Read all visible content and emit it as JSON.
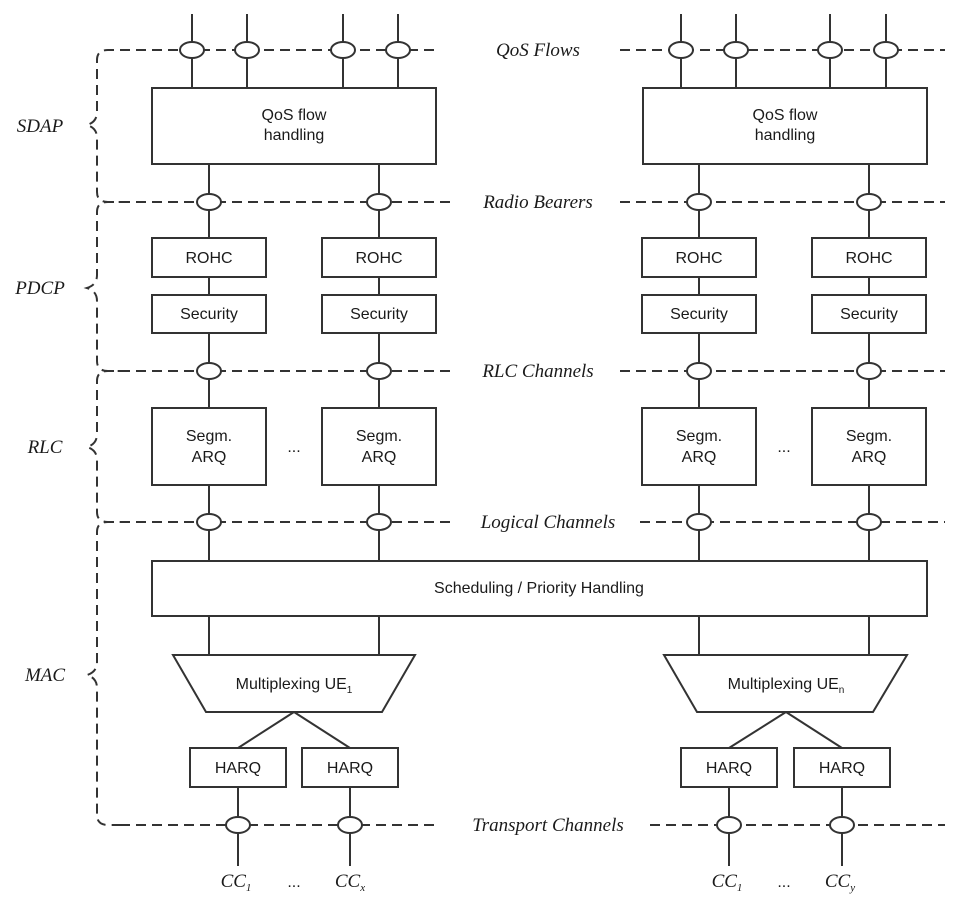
{
  "channels": {
    "qos_flows": "QoS Flows",
    "radio_bearers": "Radio Bearers",
    "rlc_channels": "RLC Channels",
    "logical_channels": "Logical Channels",
    "transport_channels": "Transport Channels"
  },
  "layers": {
    "sdap": "SDAP",
    "pdcp": "PDCP",
    "rlc": "RLC",
    "mac": "MAC"
  },
  "sdap": {
    "qos_line1": "QoS flow",
    "qos_line2": "handling"
  },
  "pdcp": {
    "rohc": "ROHC",
    "security": "Security"
  },
  "rlc": {
    "segm": "Segm.",
    "arq": "ARQ",
    "ellipsis": "..."
  },
  "mac": {
    "scheduling": "Scheduling / Priority Handling",
    "mux_ue1": {
      "base": "Multiplexing UE",
      "sub": "1"
    },
    "mux_uen": {
      "base": "Multiplexing UE",
      "sub": "n"
    },
    "harq": "HARQ"
  },
  "carriers": {
    "cc": "CC",
    "left_first_sub": "1",
    "left_last_sub": "x",
    "right_first_sub": "1",
    "right_last_sub": "y",
    "ellipsis": "..."
  }
}
